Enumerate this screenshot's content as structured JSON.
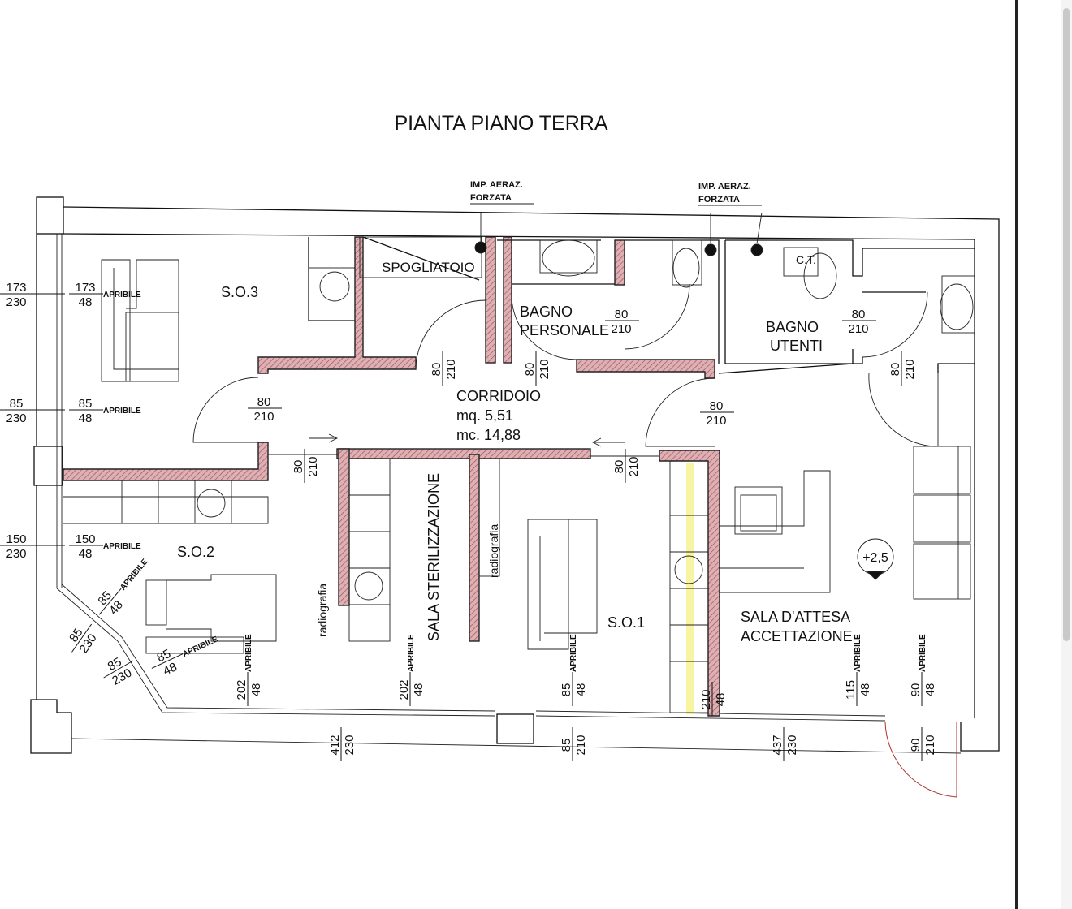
{
  "title": "PIANTA PIANO TERRA",
  "annotations": {
    "aeraz1": [
      "IMP. AERAZ.",
      "FORZATA"
    ],
    "aeraz2": [
      "IMP. AERAZ.",
      "FORZATA"
    ],
    "level": "+2,5",
    "ct": "C.T."
  },
  "rooms": {
    "so3": "S.O.3",
    "spogliatoio": "SPOGLIATOIO",
    "bagno_personale": [
      "BAGNO",
      "PERSONALE"
    ],
    "bagno_utenti": [
      "BAGNO",
      "UTENTI"
    ],
    "corridoio": [
      "CORRIDOIO",
      "mq. 5,51",
      "mc. 14,88"
    ],
    "so2": "S.O.2",
    "sterilizzazione": "SALA STERILIZZAZIONE",
    "radiografia1": "radiografia",
    "radiografia2": "radiografia",
    "so1": "S.O.1",
    "attesa": [
      "SALA D'ATTESA",
      "ACCETTAZIONE"
    ]
  },
  "dims": [
    {
      "num": "173",
      "den": "230",
      "note": ""
    },
    {
      "num": "173",
      "den": "48",
      "note": "APRIBILE"
    },
    {
      "num": "85",
      "den": "230",
      "note": ""
    },
    {
      "num": "85",
      "den": "48",
      "note": "APRIBILE"
    },
    {
      "num": "150",
      "den": "230",
      "note": ""
    },
    {
      "num": "150",
      "den": "48",
      "note": "APRIBILE"
    },
    {
      "num": "85",
      "den": "48",
      "note": "APRIBILE"
    },
    {
      "num": "85",
      "den": "230",
      "note": ""
    },
    {
      "num": "85",
      "den": "48",
      "note": "APRIBILE"
    },
    {
      "num": "85",
      "den": "230",
      "note": ""
    },
    {
      "num": "80",
      "den": "210",
      "note": ""
    },
    {
      "num": "80",
      "den": "210",
      "note": ""
    },
    {
      "num": "80",
      "den": "210",
      "note": ""
    },
    {
      "num": "80",
      "den": "210",
      "note": ""
    },
    {
      "num": "80",
      "den": "210",
      "note": ""
    },
    {
      "num": "80",
      "den": "210",
      "note": ""
    },
    {
      "num": "80",
      "den": "210",
      "note": ""
    },
    {
      "num": "80",
      "den": "210",
      "note": ""
    },
    {
      "num": "80",
      "den": "210",
      "note": ""
    },
    {
      "num": "202",
      "den": "48",
      "note": "APRIBILE"
    },
    {
      "num": "202",
      "den": "48",
      "note": "APRIBILE"
    },
    {
      "num": "85",
      "den": "48",
      "note": "APRIBILE"
    },
    {
      "num": "210",
      "den": "48",
      "note": ""
    },
    {
      "num": "115",
      "den": "48",
      "note": "APRIBILE"
    },
    {
      "num": "90",
      "den": "48",
      "note": "APRIBILE"
    },
    {
      "num": "412",
      "den": "230",
      "note": ""
    },
    {
      "num": "85",
      "den": "210",
      "note": ""
    },
    {
      "num": "437",
      "den": "230",
      "note": ""
    },
    {
      "num": "90",
      "den": "210",
      "note": ""
    }
  ],
  "colors": {
    "wall_fill": "#d9a3a8",
    "wall_hatch": "#a5535c",
    "highlight": "#f3f07a",
    "door_red": "#b03030"
  }
}
